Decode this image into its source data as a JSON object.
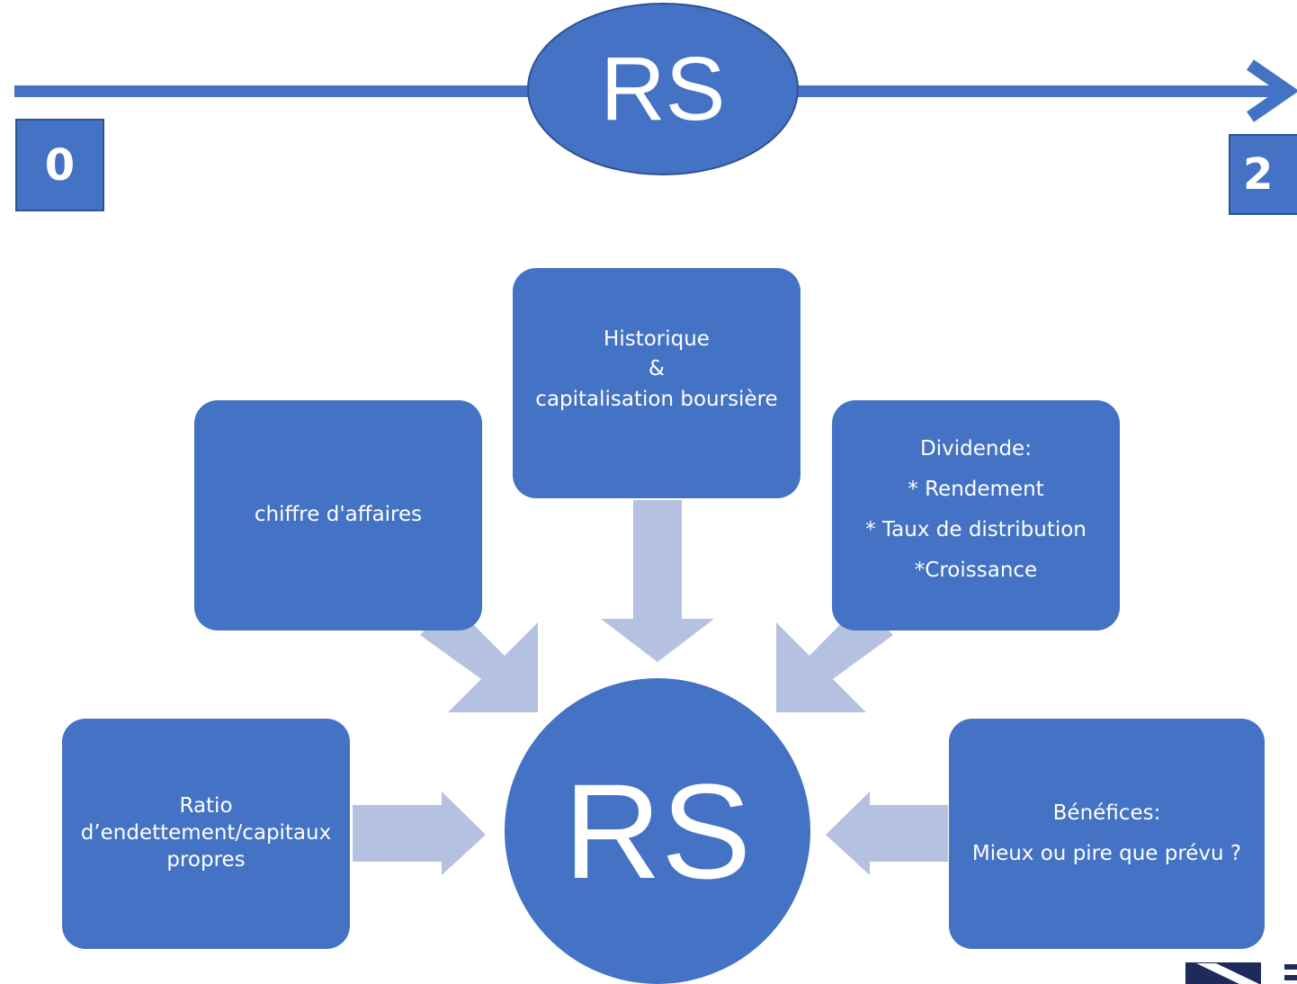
{
  "timeline": {
    "start_label": "0",
    "end_label": "2",
    "center_label": "RS"
  },
  "center": {
    "label": "RS"
  },
  "boxes": {
    "historique": {
      "lines": [
        "Historique",
        "&",
        "capitalisation boursière"
      ]
    },
    "chiffre": {
      "lines": [
        "chiffre d'affaires"
      ]
    },
    "dividende": {
      "lines": [
        "Dividende:",
        "* Rendement",
        "* Taux de distribution",
        "*Croissance"
      ]
    },
    "ratio": {
      "lines": [
        "Ratio",
        "d’endettement/capitaux",
        "propres"
      ]
    },
    "benefices": {
      "lines": [
        "Bénéfices:",
        "Mieux ou pire que prévu ?"
      ]
    }
  },
  "colors": {
    "primary": "#4472c4",
    "arrow": "#b4c1e0",
    "border": "#2f528f",
    "logo": "#1f2a5c"
  }
}
